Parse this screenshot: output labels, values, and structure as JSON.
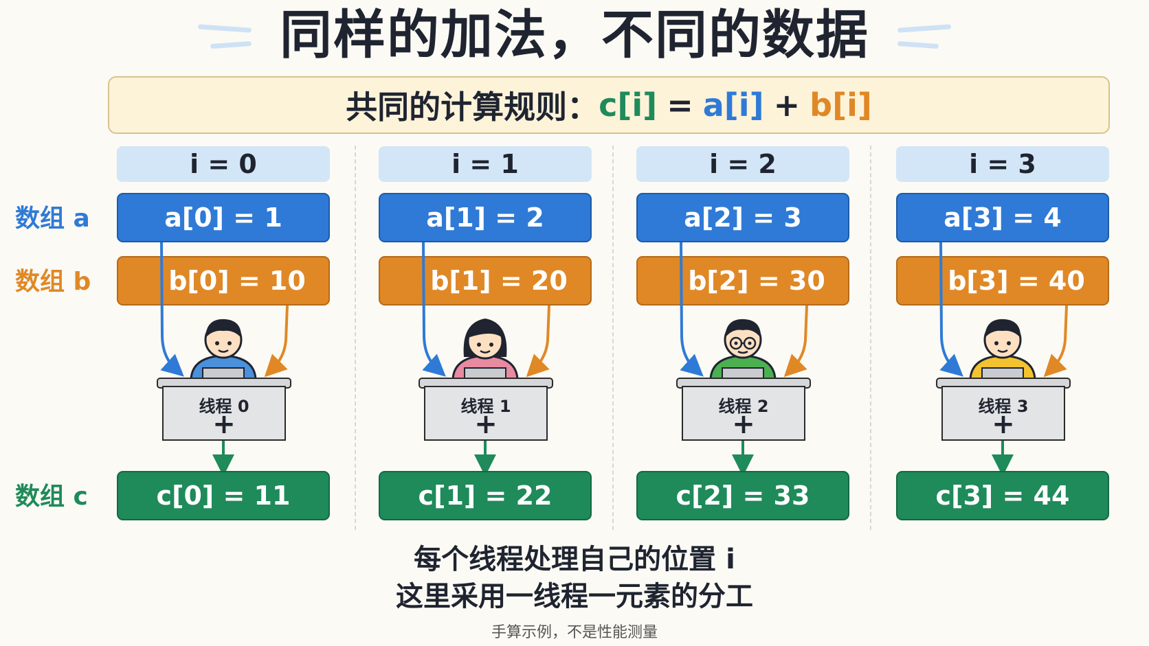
{
  "title": "同样的加法，不同的数据",
  "formula": {
    "label": "共同的计算规则：",
    "c": "c[i]",
    "eq": "=",
    "a": "a[i]",
    "plus": "+",
    "b": "b[i]"
  },
  "row_labels": {
    "a": "数组 a",
    "b": "数组 b",
    "c": "数组 c"
  },
  "colors": {
    "a": "#2f7ad6",
    "b": "#e08826",
    "c": "#1f8a5a"
  },
  "columns": [
    {
      "index": "i = 0",
      "a": "a[0] = 1",
      "b": "b[0] = 10",
      "thread": "线程 0",
      "op": "+",
      "c": "c[0] = 11",
      "avatar": "boy-blue-shirt-icon"
    },
    {
      "index": "i = 1",
      "a": "a[1] = 2",
      "b": "b[1] = 20",
      "thread": "线程 1",
      "op": "+",
      "c": "c[1] = 22",
      "avatar": "girl-pink-shirt-icon"
    },
    {
      "index": "i = 2",
      "a": "a[2] = 3",
      "b": "b[2] = 30",
      "thread": "线程 2",
      "op": "+",
      "c": "c[2] = 33",
      "avatar": "boy-glasses-green-shirt-icon"
    },
    {
      "index": "i = 3",
      "a": "a[3] = 4",
      "b": "b[3] = 40",
      "thread": "线程 3",
      "op": "+",
      "c": "c[3] = 44",
      "avatar": "boy-yellow-shirt-icon"
    }
  ],
  "bottom": {
    "line1": "每个线程处理自己的位置 i",
    "line2": "这里采用一线程一元素的分工",
    "footnote": "手算示例，不是性能测量"
  }
}
